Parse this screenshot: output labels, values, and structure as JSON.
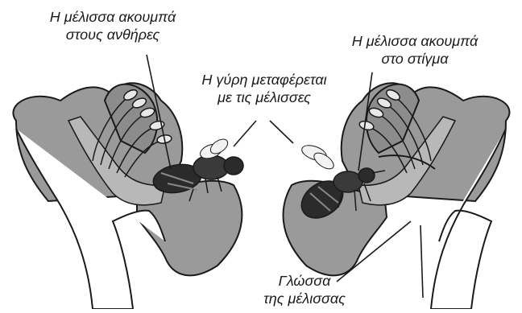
{
  "labels": {
    "left_bee_anthers": [
      "Η μέλισσα ακουμπά",
      "στους ανθήρες"
    ],
    "right_bee_stigma": [
      "Η μέλισσα ακουμπά",
      "στο στίγμα"
    ],
    "pollen_carried": [
      "Η γύρη μεταφέρεται",
      "με τις μέλισσες"
    ],
    "bee_tongue": [
      "Γλώσσα",
      "της μέλισσας"
    ]
  },
  "colors": {
    "petal": "#9a9a9a",
    "petal_dark": "#6e6e6e",
    "stem": "#ffffff",
    "outline": "#1a1a1a",
    "bee": "#2b2b2b",
    "anther": "#e8e8e8"
  }
}
